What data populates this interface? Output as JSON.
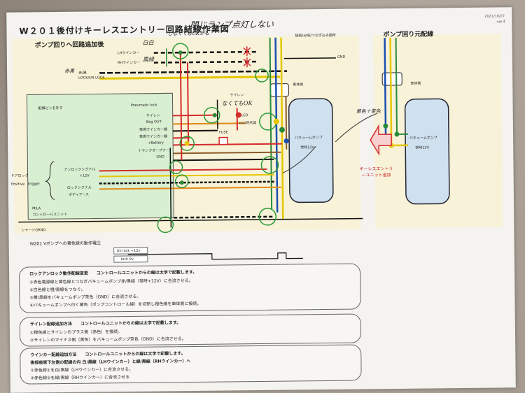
{
  "title": "W２０１後付けキーレスエントリー回路結線作業図",
  "handwritten_note_top": "閉じランプ点灯しない",
  "top_right": {
    "date": "2021/10/27",
    "ver": "ver.4"
  },
  "left_panel": {
    "header": "ポンプ回りへ回路追加後",
    "wire_labels": {
      "lh_blinker": "LHウインカー",
      "rh_blinker": "RHウインカー",
      "unlock": "UNLOCK",
      "lock_unlock": "LOCK/UN LOCK",
      "red_black": "赤/黒",
      "yellow": "黄",
      "blue": "青"
    },
    "handwritten": {
      "white": "白白",
      "green": "黒緑",
      "redblack": "赤黒",
      "not_needed": "しなくてもOKかも",
      "siren_ok": "なくてもOK"
    },
    "gnd": "GND",
    "pump_side_top": "接続/分岐/つなぎ込み箇所",
    "vehicle_side": "車体側",
    "control_unit": {
      "pin_note": "配線ピンを外す",
      "pneumatic": "Pneumatic lock",
      "siren": "サイレン",
      "beg_out": "Beg OUT",
      "vehicle_blinker1": "車両ウインカー線",
      "vehicle_blinker2": "車両ウインカー線",
      "battery": "+Battery",
      "trunk": "トランクオープナー",
      "gnd": "GND",
      "anlock": "アンロックシグナル",
      "plus12v": "+12V",
      "lock_signal": "ロックシグナル",
      "pondo": "ポディアース",
      "door_lock": "ドアロック",
      "positive_trigger": "Positive　trigger",
      "mila": "MILA",
      "unit_name": "コントロールユニット"
    },
    "siren_label": "サイレン",
    "led": "LED",
    "lock_indicator": "lock時点滅",
    "fuse": "FUSE",
    "vacuum_pump": "バキュームポンプ",
    "pump_power": "常時12V",
    "chassis_gnd": "シャーシGRND"
  },
  "right_panel": {
    "header": "ポンプ回り元配線",
    "vehicle_side": "車体側",
    "vacuum_pump": "バキュームポンプ",
    "pump_power": "常時12V",
    "handwritten": "黄色＋茶色",
    "arrow_caption": "キーレスエントリーユニット追加"
  },
  "signal_section": {
    "title": "W201 Vポンプへの黄色線の動作電圧",
    "unlock_label": "Un lock +12v",
    "lock_label": "lock 0v"
  },
  "box1": {
    "title": "ロックアンロック動作配線変更　　コントロールユニットからの線は太字で記載します。",
    "lines": [
      "①赤色電源線と黄色線とつなぎバキュームポンプ赤/黒線（常時+12V）に合流させる。",
      "②白色線と橙/黒線をつなぐ。",
      "③黄/黒線をバキュームポンプ茶色（GND）に合流させる。",
      "④バキュームポンプへ行く黄色（ポンプコントロール線）を切断し橙色線を車体側に接続。"
    ]
  },
  "box2": {
    "title": "サイレン配線追加方法　　コントロールユニットからの線は太字で記載します。",
    "lines": [
      "①橙色線とサイレンのプラス側（赤色）を接続。",
      "②サイレンのマイナス側（黒色）をバキュームポンプ茶色（GND）に合流させる。"
    ]
  },
  "box3": {
    "title": "ウインカー配線追加方法　　コントロールユニットからの線は太字で記載します。",
    "lines": [
      "後部座席下左側の配線の内 白/黒線（LHウインカー）と緑/黒線（RHウインカー）へ",
      "①赤色線①を白/黒線（LHウインカー）に合流させる。",
      "②赤色線②を緑/黒線（RHウインカー）に合流させる"
    ]
  }
}
